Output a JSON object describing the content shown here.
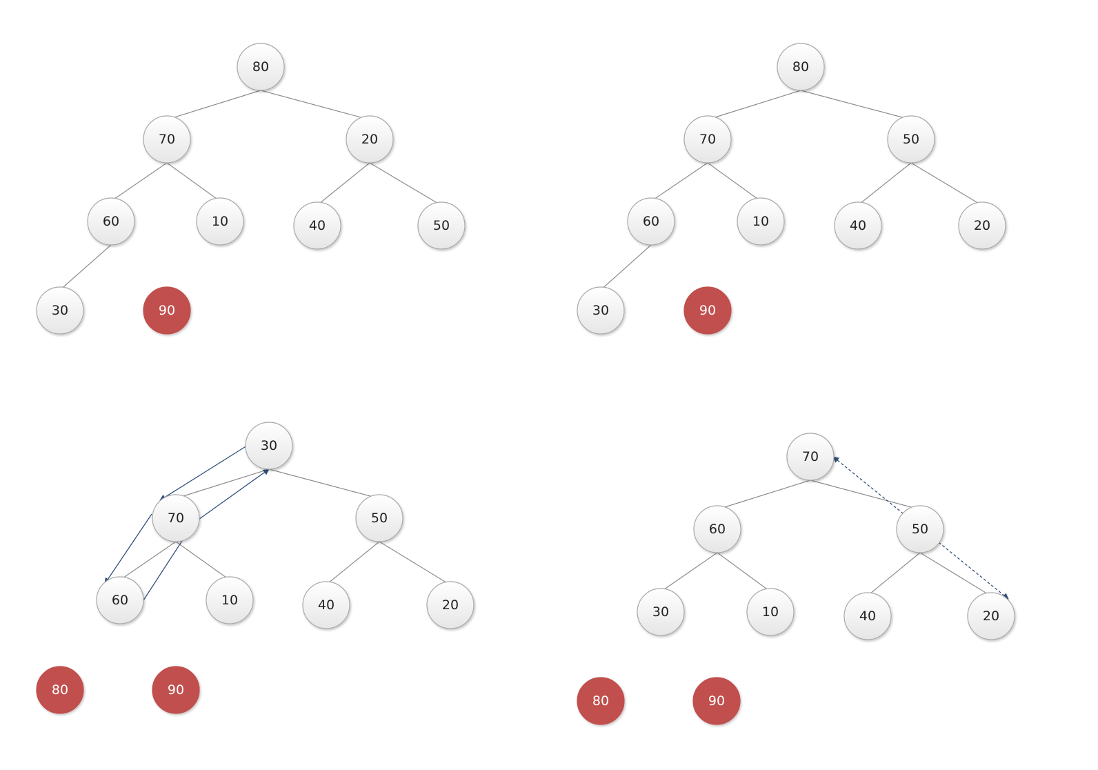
{
  "colors": {
    "node_fill_top": "#ffffff",
    "node_fill_bottom": "#e6e6e6",
    "node_stroke": "#a9a9a9",
    "removed_fill": "#c0504d",
    "edge": "#8c8c8c",
    "arrow": "#2f4f7a"
  },
  "panels": [
    {
      "id": "panel-1",
      "nodes": [
        {
          "id": "a",
          "label": "80"
        },
        {
          "id": "b",
          "label": "70"
        },
        {
          "id": "c",
          "label": "20"
        },
        {
          "id": "d",
          "label": "60"
        },
        {
          "id": "e",
          "label": "10"
        },
        {
          "id": "f",
          "label": "40"
        },
        {
          "id": "g",
          "label": "50"
        },
        {
          "id": "h",
          "label": "30"
        },
        {
          "id": "r1",
          "label": "90",
          "removed": true
        }
      ],
      "edges": [
        [
          "a",
          "b"
        ],
        [
          "a",
          "c"
        ],
        [
          "b",
          "d"
        ],
        [
          "b",
          "e"
        ],
        [
          "c",
          "f"
        ],
        [
          "c",
          "g"
        ],
        [
          "d",
          "h"
        ]
      ],
      "arrows": []
    },
    {
      "id": "panel-2",
      "nodes": [
        {
          "id": "a",
          "label": "80"
        },
        {
          "id": "b",
          "label": "70"
        },
        {
          "id": "c",
          "label": "50"
        },
        {
          "id": "d",
          "label": "60"
        },
        {
          "id": "e",
          "label": "10"
        },
        {
          "id": "f",
          "label": "40"
        },
        {
          "id": "g",
          "label": "20"
        },
        {
          "id": "h",
          "label": "30"
        },
        {
          "id": "r1",
          "label": "90",
          "removed": true
        }
      ],
      "edges": [
        [
          "a",
          "b"
        ],
        [
          "a",
          "c"
        ],
        [
          "b",
          "d"
        ],
        [
          "b",
          "e"
        ],
        [
          "c",
          "f"
        ],
        [
          "c",
          "g"
        ],
        [
          "d",
          "h"
        ]
      ],
      "arrows": []
    },
    {
      "id": "panel-3",
      "nodes": [
        {
          "id": "a",
          "label": "30"
        },
        {
          "id": "b",
          "label": "70"
        },
        {
          "id": "c",
          "label": "50"
        },
        {
          "id": "d",
          "label": "60"
        },
        {
          "id": "e",
          "label": "10"
        },
        {
          "id": "f",
          "label": "40"
        },
        {
          "id": "g",
          "label": "20"
        },
        {
          "id": "r1",
          "label": "80",
          "removed": true
        },
        {
          "id": "r2",
          "label": "90",
          "removed": true
        }
      ],
      "edges": [
        [
          "a",
          "b"
        ],
        [
          "a",
          "c"
        ],
        [
          "b",
          "d"
        ],
        [
          "b",
          "e"
        ],
        [
          "c",
          "f"
        ],
        [
          "c",
          "g"
        ]
      ],
      "arrows": [
        {
          "id": "s1",
          "style": "solid"
        },
        {
          "id": "s2",
          "style": "solid"
        },
        {
          "id": "s3",
          "style": "solid"
        },
        {
          "id": "s4",
          "style": "solid"
        }
      ]
    },
    {
      "id": "panel-4",
      "nodes": [
        {
          "id": "a",
          "label": "70"
        },
        {
          "id": "b",
          "label": "60"
        },
        {
          "id": "c",
          "label": "50"
        },
        {
          "id": "d",
          "label": "30"
        },
        {
          "id": "e",
          "label": "10"
        },
        {
          "id": "f",
          "label": "40"
        },
        {
          "id": "g",
          "label": "20"
        },
        {
          "id": "r1",
          "label": "80",
          "removed": true
        },
        {
          "id": "r2",
          "label": "90",
          "removed": true
        }
      ],
      "edges": [
        [
          "a",
          "b"
        ],
        [
          "a",
          "c"
        ],
        [
          "b",
          "d"
        ],
        [
          "b",
          "e"
        ],
        [
          "c",
          "f"
        ],
        [
          "c",
          "g"
        ]
      ],
      "arrows": [
        {
          "id": "s1",
          "style": "dashed"
        }
      ]
    }
  ]
}
